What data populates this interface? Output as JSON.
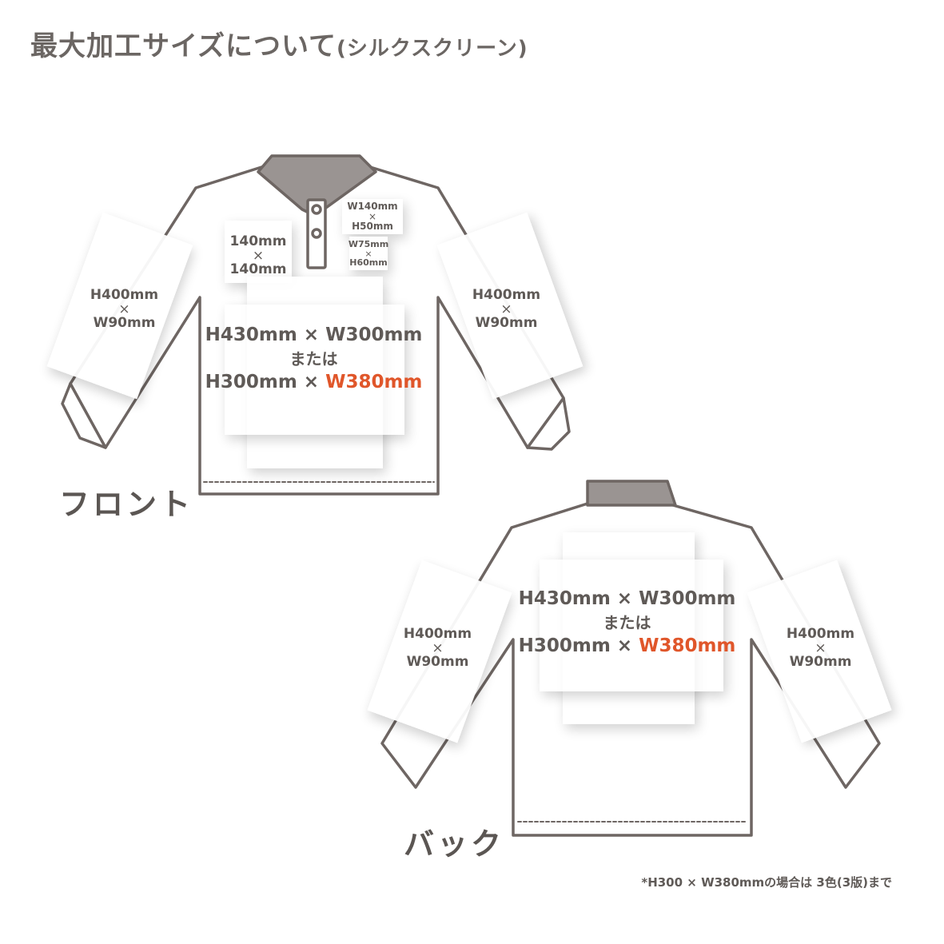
{
  "title": {
    "main": "最大加工サイズについて",
    "sub": "(シルクスクリーン)"
  },
  "front": {
    "label": "フロント",
    "left_sleeve": {
      "line1": "H400mm",
      "times": "×",
      "line2": "W90mm"
    },
    "right_sleeve": {
      "line1": "H400mm",
      "times": "×",
      "line2": "W90mm"
    },
    "chest": {
      "line1": "140mm",
      "times": "×",
      "line2": "140mm"
    },
    "pocket_top": {
      "line1": "W140mm",
      "times": "×",
      "line2": "H50mm"
    },
    "pocket_small": {
      "line1": "W75mm",
      "times": "×",
      "line2": "H60mm"
    },
    "body": {
      "line1": "H430mm × W300mm",
      "line2": "または",
      "line3_a": "H300mm × ",
      "line3_b": "W380mm"
    }
  },
  "back": {
    "label": "バック",
    "left_sleeve": {
      "line1": "H400mm",
      "times": "×",
      "line2": "W90mm"
    },
    "right_sleeve": {
      "line1": "H400mm",
      "times": "×",
      "line2": "W90mm"
    },
    "body": {
      "line1": "H430mm × W300mm",
      "line2": "または",
      "line3_a": "H300mm × ",
      "line3_b": "W380mm"
    }
  },
  "footnote": "*H300 × W380mmの場合は 3色(3版)まで",
  "colors": {
    "accent": "#e0562a",
    "text": "#5a5552",
    "outline": "#6e6663",
    "collar": "#8a8481"
  }
}
